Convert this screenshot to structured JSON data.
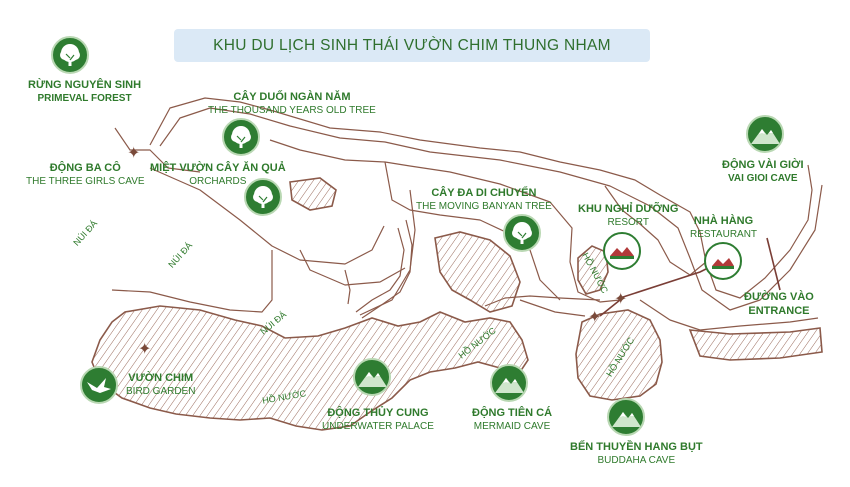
{
  "title": "KHU DU LỊCH SINH THÁI VƯỜN CHIM THUNG NHAM",
  "places": {
    "primeval_forest": {
      "vi": "RỪNG NGUYÊN SINH",
      "en": "PRIMEVAL FOREST",
      "icon": "tree-icon"
    },
    "thousand_years_tree": {
      "vi": "CÂY DUỐI NGÀN NĂM",
      "en": "THE THOUSAND YEARS OLD TREE",
      "icon": "tree-icon"
    },
    "three_girls_cave": {
      "vi": "ĐỘNG BA CÔ",
      "en": "THE THREE GIRLS CAVE",
      "icon": "compass-star-icon"
    },
    "orchards": {
      "vi": "MIỆT VƯỜN CÂY ĂN QUẢ",
      "en": "ORCHARDS",
      "icon": "tree-icon"
    },
    "moving_banyan": {
      "vi": "CÂY ĐA DI CHUYỂN",
      "en": "THE MOVING BANYAN TREE",
      "icon": "tree-icon"
    },
    "resort": {
      "vi": "KHU NGHỈ DƯỠNG",
      "en": "RESORT",
      "icon": "resort-icon"
    },
    "restaurant": {
      "vi": "NHÀ HÀNG",
      "en": "RESTAURANT",
      "icon": "restaurant-icon"
    },
    "vai_gioi_cave": {
      "vi": "ĐỘNG VÀI GIỜI",
      "en": "VAI GIOI CAVE",
      "icon": "mountain-icon"
    },
    "entrance": {
      "vi": "ĐƯỜNG VÀO",
      "en": "ENTRANCE"
    },
    "bird_garden": {
      "vi": "VƯỜN CHIM",
      "en": "BIRD GARDEN",
      "icon": "bird-icon"
    },
    "underwater_palace": {
      "vi": "ĐỘNG THỦY CUNG",
      "en": "UNDERWATER PALACE",
      "icon": "mountain-icon"
    },
    "mermaid_cave": {
      "vi": "ĐỘNG TIÊN CÁ",
      "en": "MERMAID CAVE",
      "icon": "mountain-icon"
    },
    "buddaha_cave": {
      "vi": "BẾN THUYỀN HANG BỤT",
      "en": "BUDDAHA CAVE",
      "icon": "mountain-icon"
    }
  },
  "terrain_labels": {
    "nui_da_1": "NÚI ĐÁ",
    "nui_da_2": "NÚI ĐÁ",
    "nui_da_3": "NÚI ĐÁ",
    "ho_nuoc_1": "HỒ NƯỚC",
    "ho_nuoc_2": "HỒ NƯỚC",
    "ho_nuoc_3": "HỒ NƯỚC",
    "ho_nuoc_4": "HỒ NƯỚC"
  },
  "colors": {
    "label_green": "#2f7a2c",
    "path_brown": "#8b5a4a",
    "title_bg": "#dbe9f6",
    "icon_green": "#2e7d32"
  }
}
